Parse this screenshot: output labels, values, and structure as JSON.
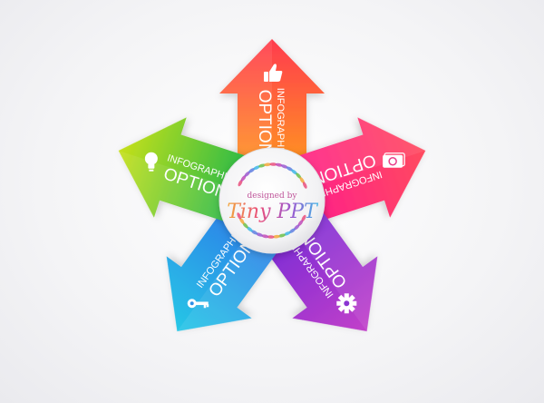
{
  "arrows": [
    {
      "id": "top",
      "angle": 0,
      "color_a": "#ff3b4e",
      "color_b": "#ff9a1f",
      "title": "INFOGRAPHIC",
      "label": "OPTION",
      "icon": "thumbs-up-icon"
    },
    {
      "id": "right",
      "angle": 72,
      "color_a": "#ff4a5f",
      "color_b": "#ff1f8a",
      "title": "INFOGRAPHIC",
      "label": "OPTION",
      "icon": "cash-icon"
    },
    {
      "id": "lower-right",
      "angle": 144,
      "color_a": "#c240c9",
      "color_b": "#7a2bd6",
      "title": "INFOGRAPHIC",
      "label": "OPTION",
      "icon": "gear-icon"
    },
    {
      "id": "lower-left",
      "angle": 216,
      "color_a": "#27c7e6",
      "color_b": "#2e7fe8",
      "title": "INFOGRAPHIC",
      "label": "OPTION",
      "icon": "key-icon"
    },
    {
      "id": "left",
      "angle": 288,
      "color_a": "#c6e01a",
      "color_b": "#22b84a",
      "title": "INFOGRAPHIC",
      "label": "OPTION",
      "icon": "lightbulb-icon"
    }
  ],
  "logo": {
    "top_text": "designed by",
    "main_text": "Tiny PPT"
  }
}
